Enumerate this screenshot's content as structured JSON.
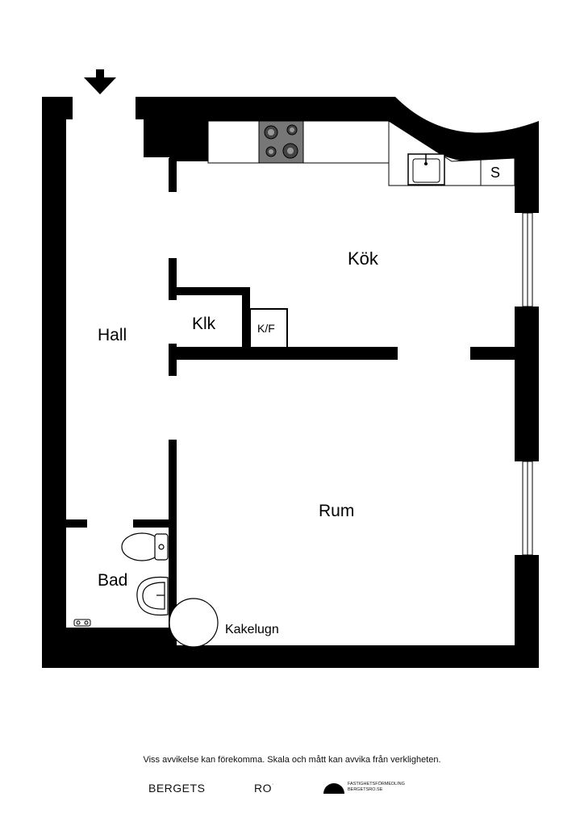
{
  "rooms": {
    "kitchen": "Kök",
    "closet": "Klk",
    "fridge_freezer": "K/F",
    "hall": "Hall",
    "room": "Rum",
    "bathroom": "Bad",
    "tiled_stove": "Kakelugn",
    "storage": "S"
  },
  "footer": {
    "disclaimer": "Viss avvikelse kan förekomma. Skala och mått kan avvika från verkligheten.",
    "brand_left": "BERGETS",
    "brand_right": "RO",
    "agency_line1": "FASTIGHETSFÖRMEDLING",
    "agency_line2": "BERGETSRO.SE"
  },
  "icons": [
    "entrance-arrow-icon",
    "stove-icon",
    "sink-icon",
    "toilet-icon",
    "washbasin-icon",
    "shower-icon",
    "agency-logo-icon"
  ]
}
